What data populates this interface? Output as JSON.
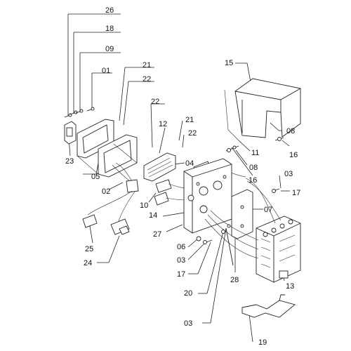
{
  "diagram": {
    "labels": {
      "p26": "26",
      "p18": "18",
      "p09": "09",
      "p01": "01",
      "p21a": "21",
      "p22a": "22",
      "p22b": "22",
      "p12": "12",
      "p21b": "21",
      "p22c": "22",
      "p23": "23",
      "p05": "05",
      "p04": "04",
      "p02": "02",
      "p10": "10",
      "p15": "15",
      "p08a": "08",
      "p11": "11",
      "p16a": "16",
      "p08b": "08",
      "p16b": "16",
      "p03a": "03",
      "p17a": "17",
      "p07": "07",
      "p14": "14",
      "p27": "27",
      "p25": "25",
      "p24": "24",
      "p06": "06",
      "p03b": "03",
      "p17b": "17",
      "p28": "28",
      "p13": "13",
      "p20": "20",
      "p03c": "03",
      "p19": "19"
    }
  }
}
